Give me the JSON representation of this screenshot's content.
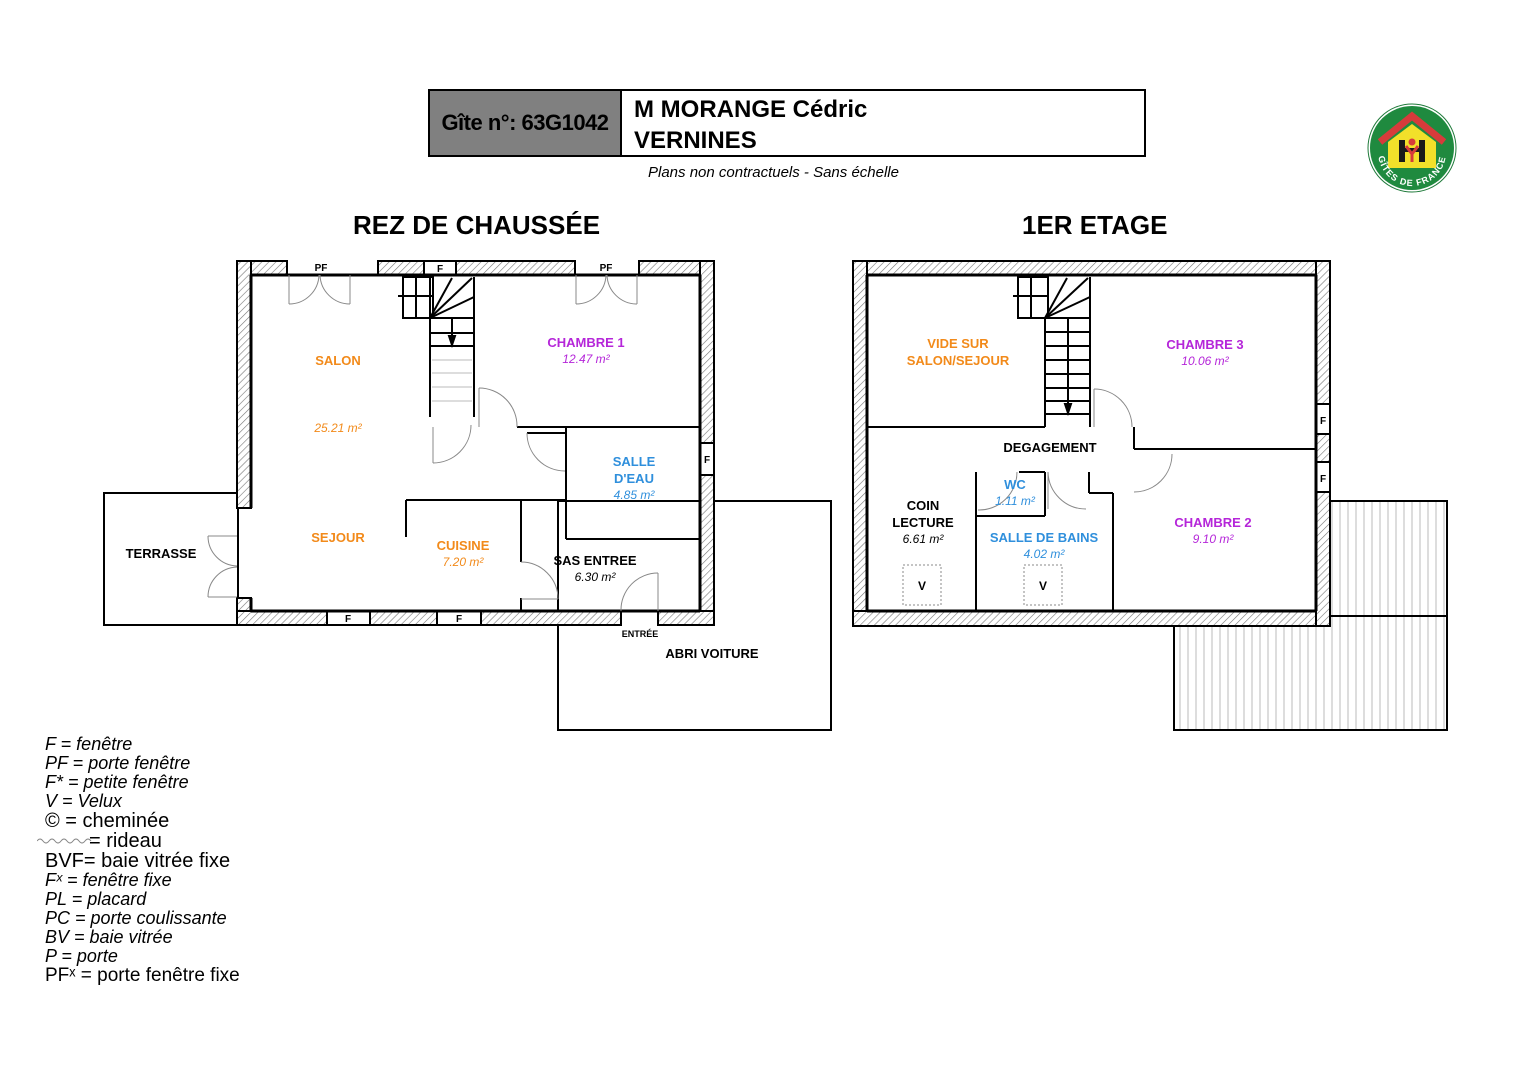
{
  "header": {
    "gite_number": "Gîte n°: 63G1042",
    "owner_name": "M MORANGE Cédric",
    "location": "VERNINES",
    "subtitle": "Plans non contractuels - Sans échelle",
    "logo_text": "GÎTES DE FRANCE"
  },
  "floors": {
    "ground": {
      "title": "REZ DE CHAUSSÉE",
      "rooms": {
        "salon": {
          "name": "SALON",
          "area": "25.21 m²"
        },
        "sejour": {
          "name": "SEJOUR"
        },
        "chambre1": {
          "name": "CHAMBRE 1",
          "area": "12.47 m²"
        },
        "salle_eau": {
          "name": "SALLE D'EAU",
          "name_l1": "SALLE",
          "name_l2": "D'EAU",
          "area": "4.85 m²"
        },
        "cuisine": {
          "name": "CUISINE",
          "area": "7.20 m²"
        },
        "sas_entree": {
          "name": "SAS ENTREE",
          "area": "6.30 m²"
        },
        "terrasse": {
          "name": "TERRASSE"
        },
        "abri_voiture": {
          "name": "ABRI VOITURE"
        },
        "entree": {
          "name": "ENTRÉE"
        }
      },
      "openings": {
        "pf": "PF",
        "f": "F"
      }
    },
    "first": {
      "title": "1ER ETAGE",
      "rooms": {
        "vide": {
          "name_l1": "VIDE SUR",
          "name_l2": "SALON/SEJOUR"
        },
        "chambre3": {
          "name": "CHAMBRE 3",
          "area": "10.06 m²"
        },
        "degagement": {
          "name": "DEGAGEMENT"
        },
        "wc": {
          "name": "WC",
          "area": "1.11 m²"
        },
        "coin_lecture": {
          "name_l1": "COIN",
          "name_l2": "LECTURE",
          "area": "6.61 m²"
        },
        "salle_bains": {
          "name": "SALLE DE BAINS",
          "area": "4.02 m²"
        },
        "chambre2": {
          "name": "CHAMBRE 2",
          "area": "9.10 m²"
        }
      },
      "openings": {
        "f": "F",
        "v": "V"
      }
    }
  },
  "legend": [
    {
      "text": "F = fenêtre",
      "italic": true
    },
    {
      "text": "PF = porte fenêtre",
      "italic": true
    },
    {
      "text": "F* = petite fenêtre",
      "italic": true
    },
    {
      "text": "V = Velux",
      "italic": true
    },
    {
      "text": "© = cheminée",
      "italic": false
    },
    {
      "text": "= rideau",
      "italic": false
    },
    {
      "text": "BVF= baie vitrée fixe",
      "italic": false
    },
    {
      "text": "Fˣ = fenêtre fixe",
      "italic": true
    },
    {
      "text": "PL = placard",
      "italic": true
    },
    {
      "text": "PC = porte coulissante",
      "italic": true
    },
    {
      "text": "BV = baie vitrée",
      "italic": true
    },
    {
      "text": "P = porte",
      "italic": true
    },
    {
      "text": "PFˣ = porte fenêtre fixe",
      "italic": false
    }
  ],
  "colors": {
    "living": "#f28a1a",
    "bedroom": "#b526d9",
    "wet": "#2f8fdc",
    "header_bg": "#808080"
  }
}
